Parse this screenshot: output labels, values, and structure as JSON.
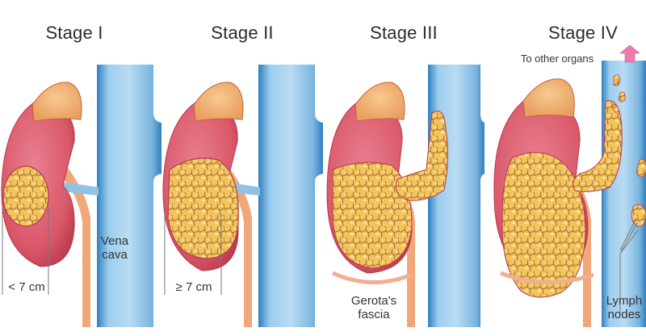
{
  "stages": [
    {
      "title": "Stage I",
      "size_label": "< 7 cm",
      "vessel_label_line1": "Vena",
      "vessel_label_line2": "cava"
    },
    {
      "title": "Stage II",
      "size_label": "≥ 7 cm"
    },
    {
      "title": "Stage III",
      "fascia_label_line1": "Gerota's",
      "fascia_label_line2": "fascia"
    },
    {
      "title": "Stage IV",
      "spread_label": "To other organs",
      "lymph_label_line1": "Lymph",
      "lymph_label_line2": "nodes"
    }
  ],
  "colors": {
    "kidney": "#d9586a",
    "kidney_dark": "#b8394c",
    "adrenal": "#f2b27a",
    "tumor": "#f3c35c",
    "vena_cava": "#8fc3e6",
    "vena_cava_edge": "#2f7fc0",
    "ureter": "#f0a77a",
    "arrow": "#f07ab0"
  }
}
